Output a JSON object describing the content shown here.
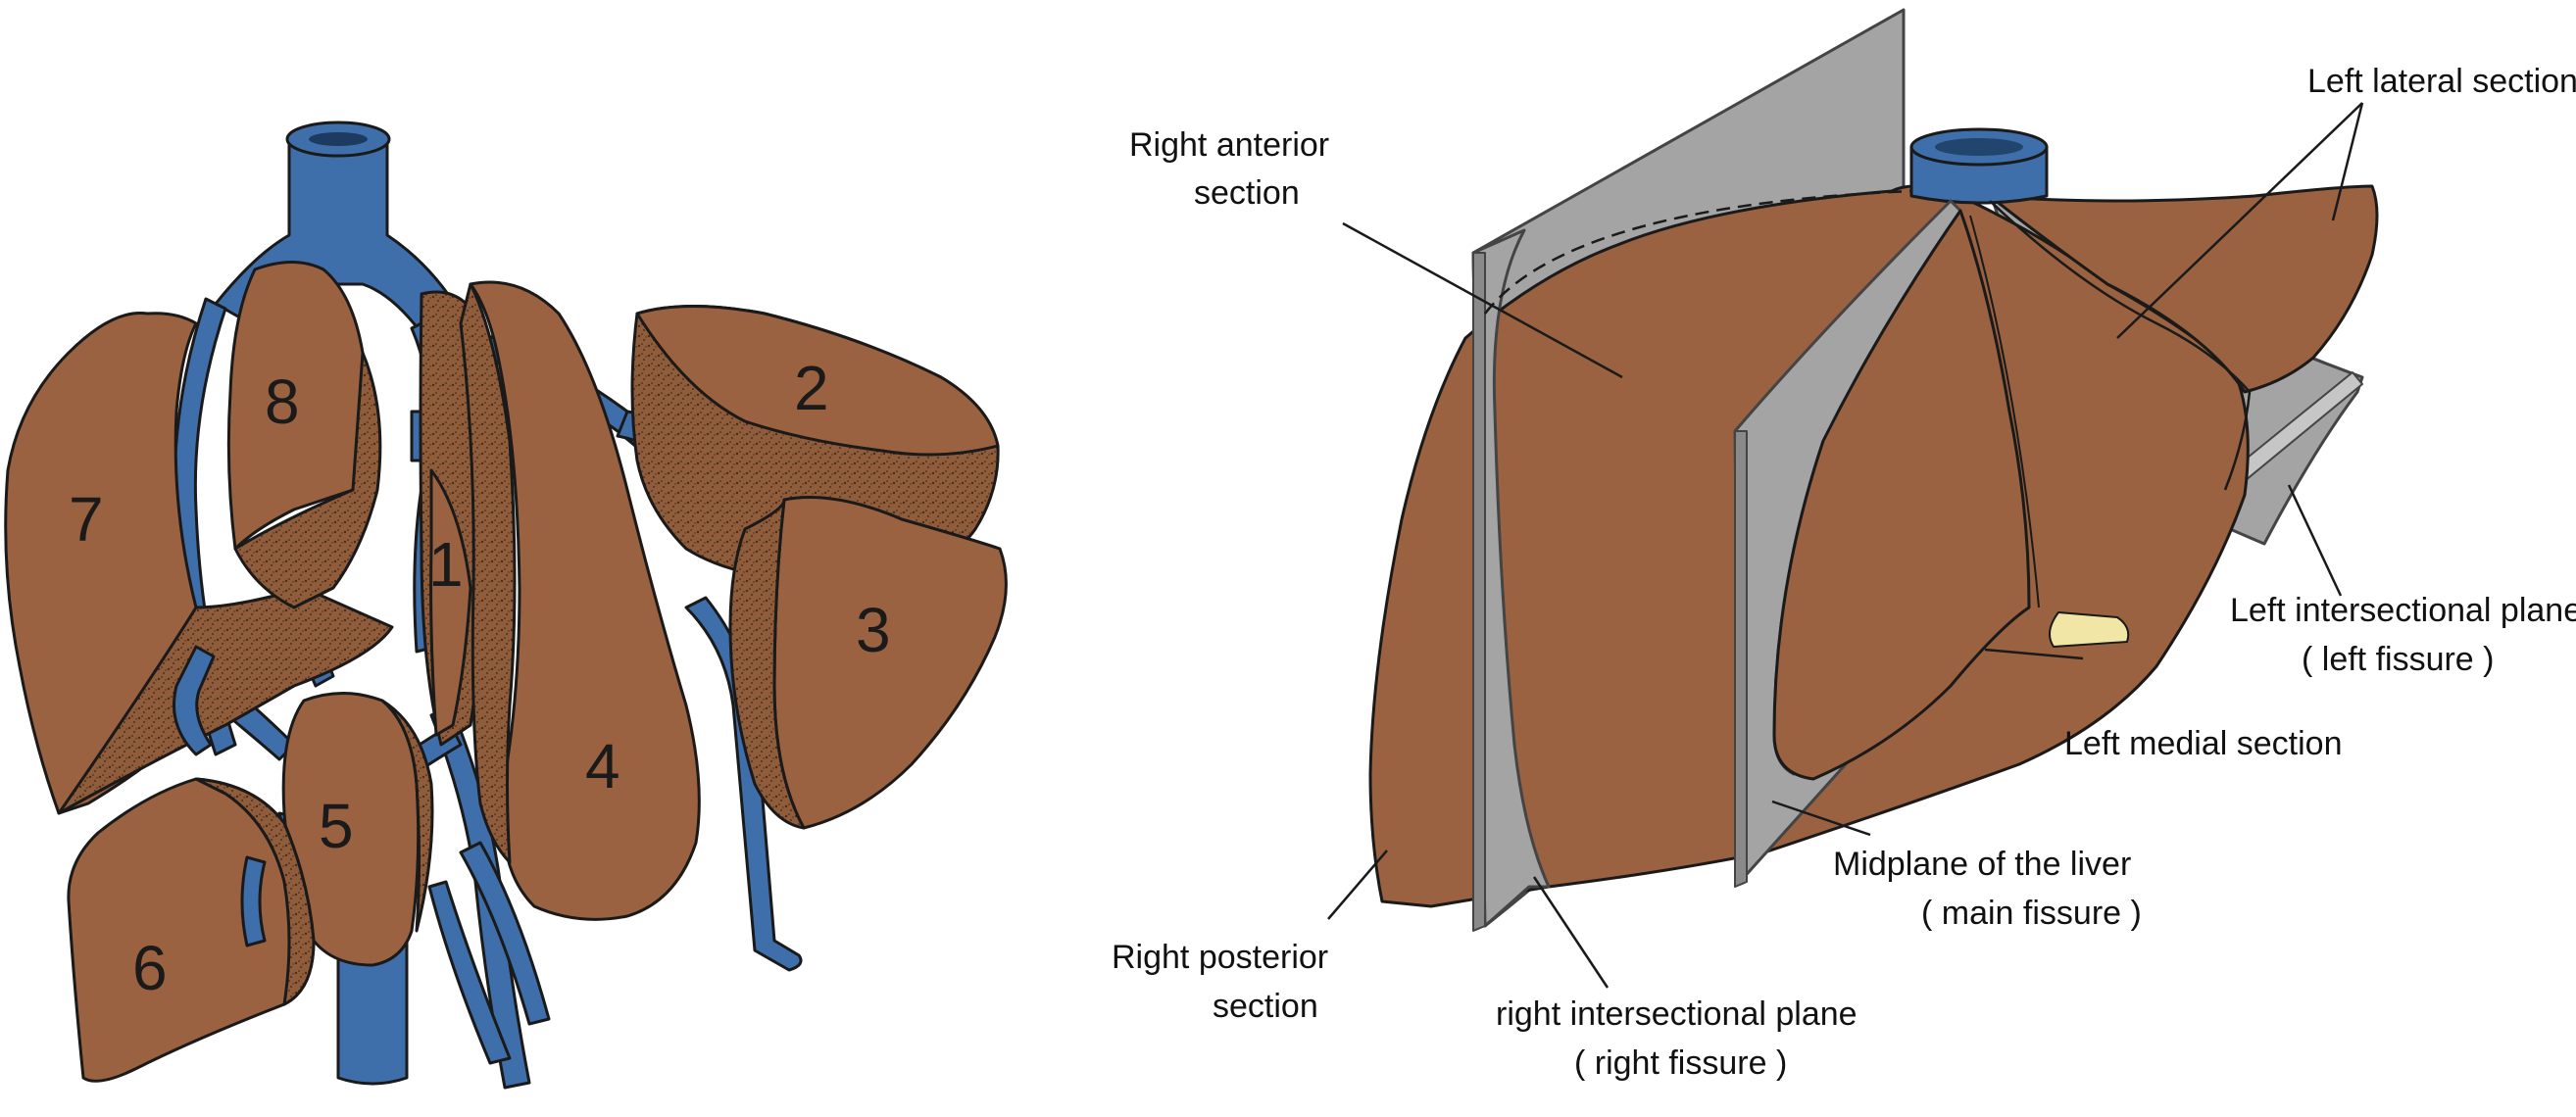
{
  "colors": {
    "liver": "#9a6240",
    "liver_dark": "#7a4a2c",
    "cut_surface": "#8a5a3a",
    "vessel": "#3f6faa",
    "vessel_dark": "#22456e",
    "plane": "#a4a4a4",
    "plane_edge": "#555555",
    "bile_duct": "#f2e6a6",
    "outline": "#1a1a1a"
  },
  "left_diagram": {
    "segments": [
      {
        "id": "seg-7",
        "label": "7"
      },
      {
        "id": "seg-8",
        "label": "8"
      },
      {
        "id": "seg-1",
        "label": "1"
      },
      {
        "id": "seg-2",
        "label": "2"
      },
      {
        "id": "seg-3",
        "label": "3"
      },
      {
        "id": "seg-4",
        "label": "4"
      },
      {
        "id": "seg-5",
        "label": "5"
      },
      {
        "id": "seg-6",
        "label": "6"
      }
    ]
  },
  "right_diagram": {
    "labels": {
      "left_lateral_section": "Left lateral section",
      "right_anterior_1": "Right anterior",
      "right_anterior_2": "section",
      "left_intersectional_1": "Left intersectional plane",
      "left_intersectional_2": "( left fissure )",
      "left_medial_section": "Left medial section",
      "midplane_1": "Midplane of the liver",
      "midplane_2": "( main fissure )",
      "right_posterior_1": "Right posterior",
      "right_posterior_2": "section",
      "right_intersectional_1": "right intersectional plane",
      "right_intersectional_2": "( right fissure )"
    }
  }
}
